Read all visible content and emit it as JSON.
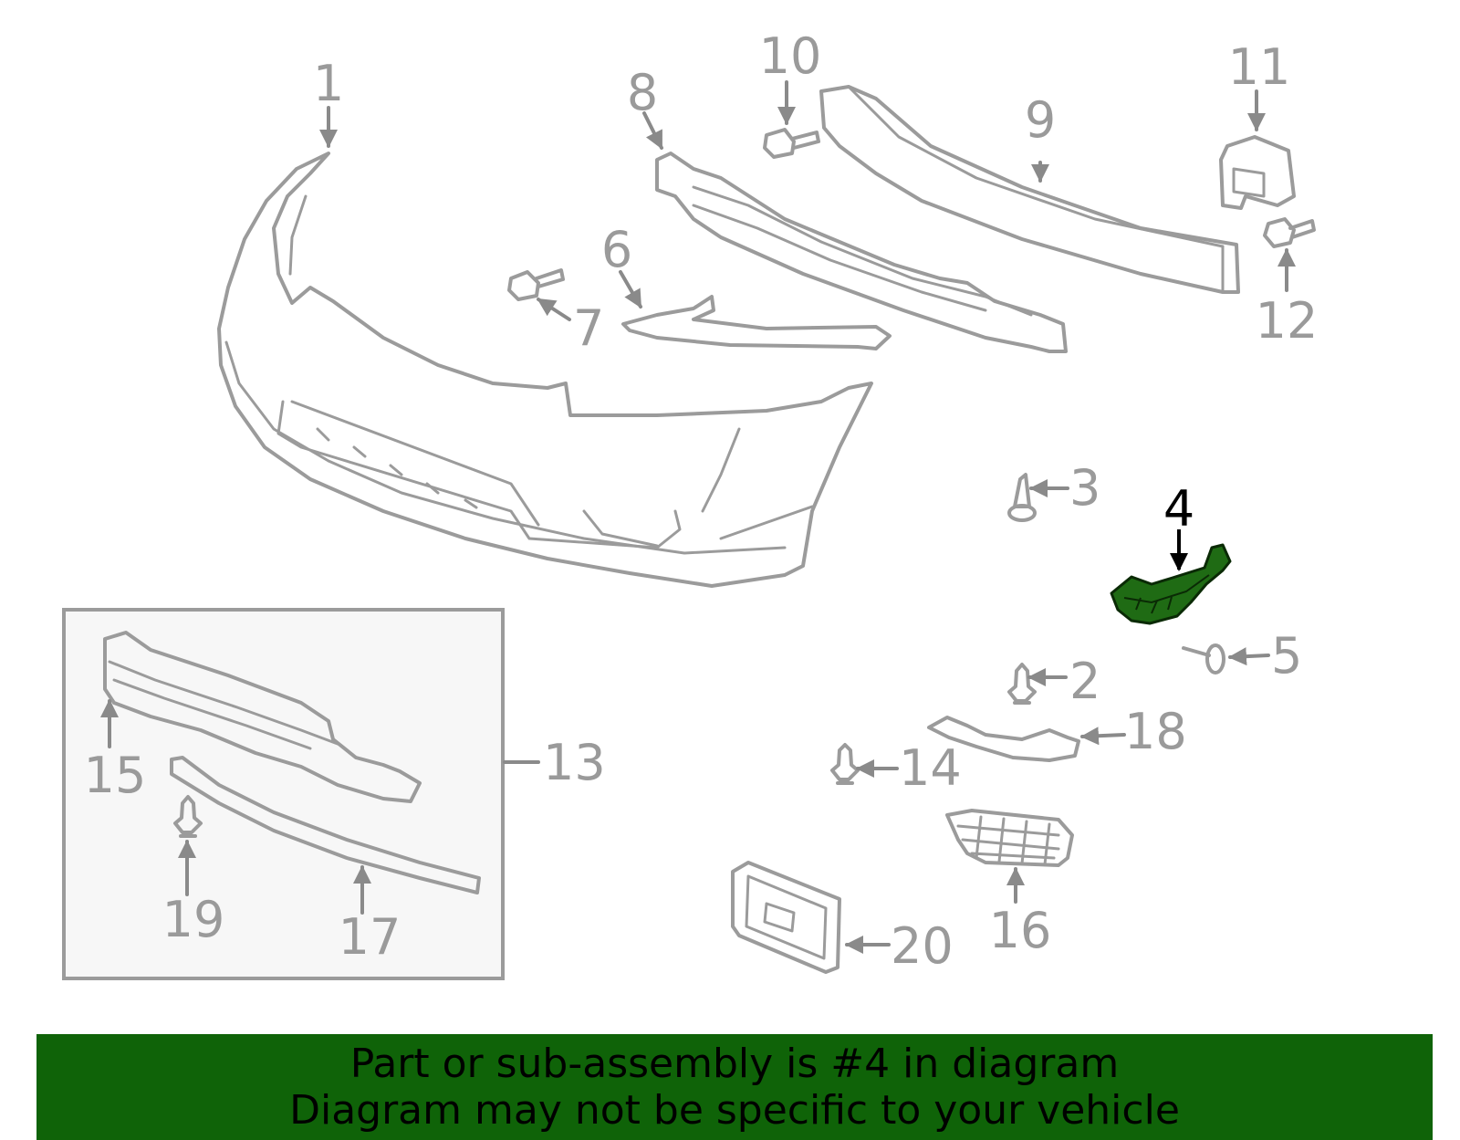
{
  "diagram": {
    "highlight_part": "4",
    "highlight_color": "#1f6b14",
    "outline_color": "#9b9b9b",
    "callouts": [
      {
        "id": "1",
        "label": "1"
      },
      {
        "id": "2",
        "label": "2"
      },
      {
        "id": "3",
        "label": "3"
      },
      {
        "id": "4",
        "label": "4"
      },
      {
        "id": "5",
        "label": "5"
      },
      {
        "id": "6",
        "label": "6"
      },
      {
        "id": "7",
        "label": "7"
      },
      {
        "id": "8",
        "label": "8"
      },
      {
        "id": "9",
        "label": "9"
      },
      {
        "id": "10",
        "label": "10"
      },
      {
        "id": "11",
        "label": "11"
      },
      {
        "id": "12",
        "label": "12"
      },
      {
        "id": "13",
        "label": "13"
      },
      {
        "id": "14",
        "label": "14"
      },
      {
        "id": "15",
        "label": "15"
      },
      {
        "id": "16",
        "label": "16"
      },
      {
        "id": "17",
        "label": "17"
      },
      {
        "id": "18",
        "label": "18"
      },
      {
        "id": "19",
        "label": "19"
      },
      {
        "id": "20",
        "label": "20"
      }
    ]
  },
  "banner": {
    "line1": "Part or sub-assembly is #4 in diagram",
    "line2": "Diagram may not be specific to your vehicle",
    "background": "#0f6308"
  }
}
